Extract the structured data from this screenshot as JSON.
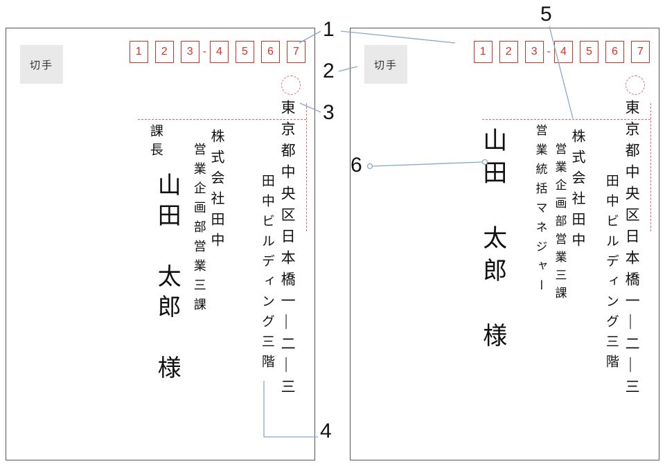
{
  "colors": {
    "accent-red": "#d93025",
    "guide-red": "#e06666",
    "line-blue": "#85a8c8",
    "envelope-border": "#555555",
    "stamp-bg": "#e9e9e9",
    "text": "#1a1a1a"
  },
  "annotations": {
    "labels": [
      "1",
      "2",
      "3",
      "4",
      "5",
      "6"
    ]
  },
  "envelopes": [
    {
      "stamp_label": "切手",
      "postal_digits": [
        "1",
        "2",
        "3",
        "4",
        "5",
        "6",
        "7"
      ],
      "postal_separator": "-",
      "address_main": "東京都中央区日本橋一—二—三",
      "address_building": "田中ビルディング三階",
      "company": "株式会社田中",
      "department": "営業企画部営業三課",
      "recipient_title": "課長",
      "recipient_name": "山田　太郎　様"
    },
    {
      "stamp_label": "切手",
      "postal_digits": [
        "1",
        "2",
        "3",
        "4",
        "5",
        "6",
        "7"
      ],
      "postal_separator": "-",
      "address_main": "東京都中央区日本橋一—二—三",
      "address_building": "田中ビルディング三階",
      "company": "株式会社田中",
      "department": "営業企画部営業三課",
      "recipient_title": "営業統括マネジャー",
      "recipient_name": "山田　太郎　様"
    }
  ]
}
